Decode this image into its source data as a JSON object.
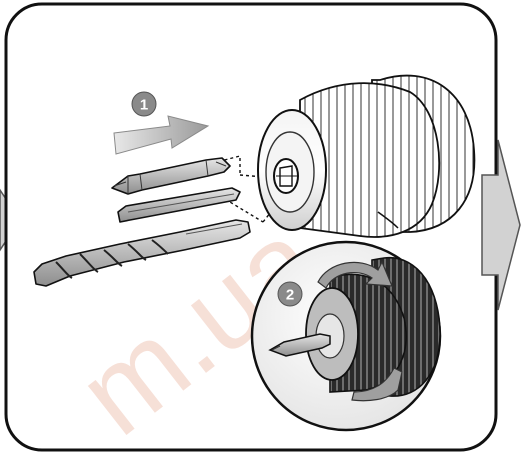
{
  "steps": [
    {
      "number": "1"
    },
    {
      "number": "2"
    }
  ],
  "watermark": {
    "text": "m.ua"
  },
  "colors": {
    "frame_stroke": "#111111",
    "frame_fill": "#ffffff",
    "step_badge": "#8a8a8a",
    "arrow_gray": "#b5b5b5",
    "metal_light": "#dcdcdc",
    "metal_mid": "#a9a9a9",
    "metal_dark": "#444444",
    "nav_arrow": "#d2d2d2",
    "watermark": "#f0c7b8"
  },
  "icons": {
    "next_arrow": "right-chevron-panel",
    "prev_arrow": "left-chevron-panel",
    "insert_arrow": "right-arrow",
    "rotate_arrow": "circular-rotate-arrow"
  }
}
